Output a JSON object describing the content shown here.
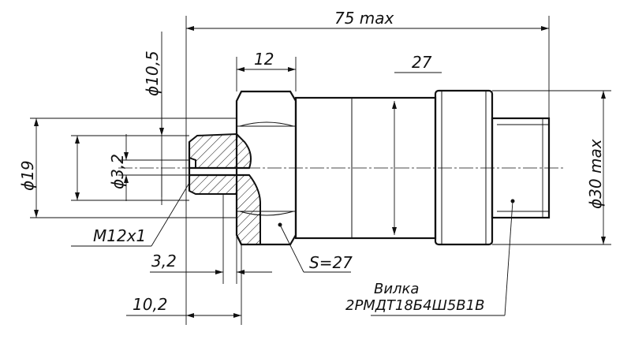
{
  "dimensions": {
    "overall_length": "75 max",
    "hex_length": "12",
    "body_length": "27",
    "outer_diameter": "ϕ30 max",
    "thread_bore_diameter": "ϕ10,5",
    "bore_diameter": "ϕ3,2",
    "seal_diameter": "ϕ19",
    "thread": "M12x1",
    "groove_width": "3,2",
    "thread_length": "10,2",
    "hex_size": "S=27"
  },
  "notes": {
    "connector_line1": "Вилка",
    "connector_line2": "2РМДТ18Б4Ш5В1В"
  }
}
